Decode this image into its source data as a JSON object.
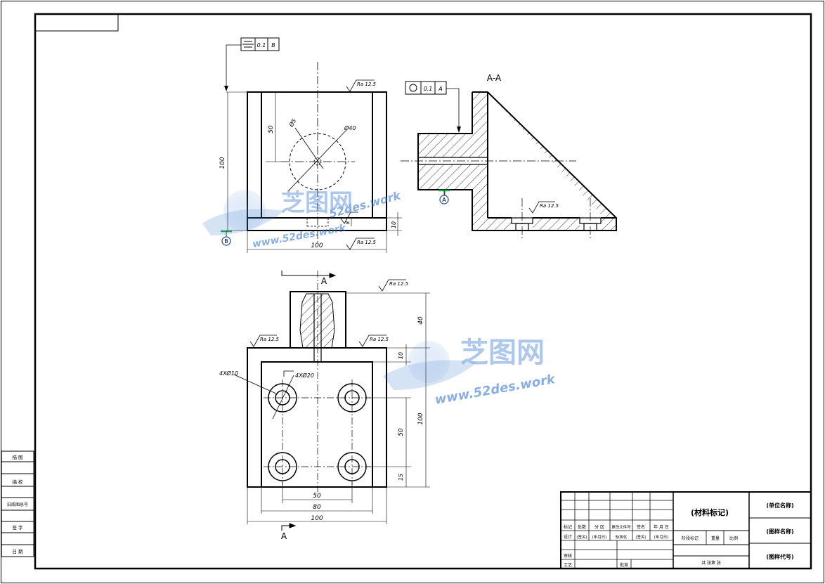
{
  "section_title": "A-A",
  "cut_label_top": "A",
  "cut_label_bottom": "A",
  "gdt": {
    "symmetry": {
      "tolerance": "0.1",
      "datum": "B"
    },
    "circularity": {
      "tolerance": "0.1",
      "datum": "A"
    }
  },
  "datum_labels": {
    "a": "A",
    "b": "B"
  },
  "roughness_label": "Ra 12.5",
  "dimensions": {
    "d50_top": "50",
    "d100_left": "100",
    "d100_bottom_front": "100",
    "d10_right": "10",
    "d8_mid": "8",
    "phi5": "Ø5",
    "phi40": "Ø40",
    "d40": "40",
    "d10_top": "10",
    "d100_right": "100",
    "d50_right": "50",
    "d15": "15",
    "d50_bottom": "50",
    "d80": "80",
    "d100_bottom": "100",
    "holes10": "4XØ10",
    "holes20": "4XØ20"
  },
  "watermark": {
    "brand": "芝图网",
    "url1": "52des.work",
    "url2": "www.52des.work"
  },
  "left_strip": [
    "描 图",
    "描 校",
    "旧底图总号",
    "签 字",
    "日 期"
  ],
  "title_block": {
    "material": "(材料标记)",
    "company": "(单位名称)",
    "drawing_name": "(图样名称)",
    "drawing_code": "(图样代号)",
    "header_row1": [
      "标记",
      "处数",
      "分 区",
      "更改文件号",
      "签名",
      "年 月 日"
    ],
    "header_row2": [
      "设计",
      "(签名)",
      "(年月日)",
      "标准化",
      "(签名)",
      "(年月日)"
    ],
    "roles": [
      "审核",
      "工艺"
    ],
    "stage_mark": "阶段标记",
    "weight": "重量",
    "scale": "比例",
    "approve": "批准",
    "sheet_total": "共 张第 张"
  },
  "colors": {
    "line": "#000000",
    "datum_mark": "#22aa44",
    "datum_circle": "#1a4aa0",
    "watermark": "#2a6fc9"
  }
}
